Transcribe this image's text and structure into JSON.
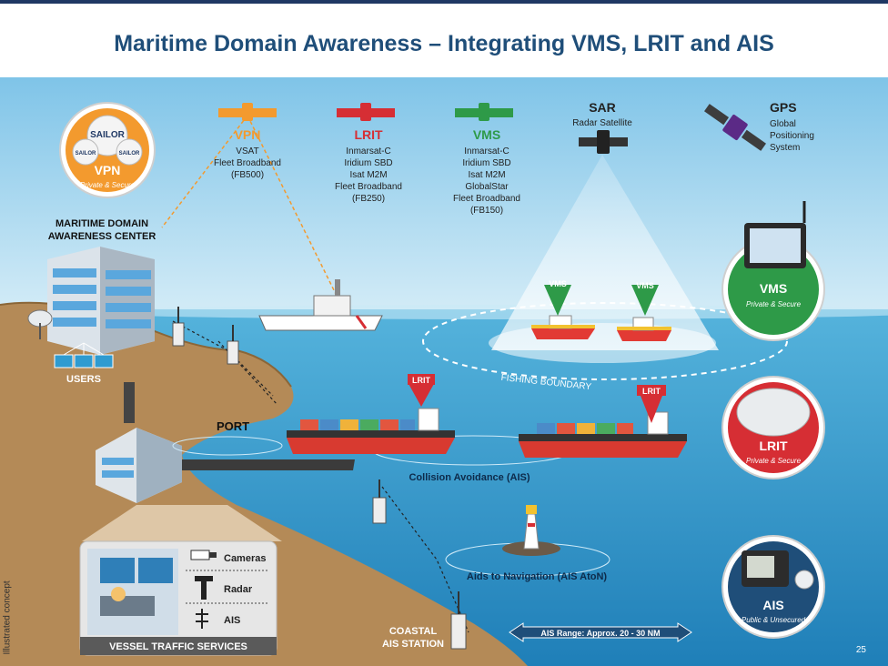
{
  "title": "Maritime Domain Awareness – Integrating VMS, LRIT and AIS",
  "side_note": "Illustrated concept",
  "page_number": "25",
  "colors": {
    "sky": "#a8d8ef",
    "sea": "#2f9bd0",
    "land": "#b48a57",
    "orange": "#f39a2e",
    "red": "#d62e34",
    "green": "#2e9a48",
    "navy": "#1f4e79"
  },
  "satellites": {
    "vpn": {
      "name": "VPN",
      "lines": [
        "VSAT",
        "Fleet Broadband",
        "(FB500)"
      ]
    },
    "lrit": {
      "name": "LRIT",
      "lines": [
        "Inmarsat-C",
        "Iridium SBD",
        "Isat M2M",
        "Fleet Broadband",
        "(FB250)"
      ]
    },
    "vms": {
      "name": "VMS",
      "lines": [
        "Inmarsat-C",
        "Iridium SBD",
        "Isat M2M",
        "GlobalStar",
        "Fleet Broadband",
        "(FB150)"
      ]
    },
    "sar": {
      "name": "SAR",
      "sub": "Radar Satellite"
    },
    "gps": {
      "name": "GPS",
      "lines": [
        "Global",
        "Positioning",
        "System"
      ]
    }
  },
  "badges": {
    "vpn": {
      "brand": "SAILOR",
      "brand_small": "SAILOR",
      "label": "VPN",
      "arc": "Private & Secure"
    },
    "vms": {
      "label": "VMS",
      "arc": "Private & Secure"
    },
    "lrit": {
      "label": "LRIT",
      "arc": "Private & Secure"
    },
    "ais": {
      "label": "AIS",
      "arc": "Public & Unsecured"
    }
  },
  "labels": {
    "center_line1": "MARITIME DOMAIN",
    "center_line2": "AWARENESS CENTER",
    "users": "USERS",
    "port": "PORT",
    "vms_tag": "VMS",
    "lrit_tag": "LRIT",
    "fishing_boundary": "FISHING BOUNDARY",
    "collision": "Collision Avoidance (AIS)",
    "aids": "Aids to Navigation (AIS AtoN)",
    "coastal_line1": "COASTAL",
    "coastal_line2": "AIS STATION",
    "ais_range": "AIS Range: Approx. 20 - 30 NM",
    "vts": "VESSEL TRAFFIC SERVICES",
    "cameras": "Cameras",
    "radar": "Radar",
    "ais": "AIS"
  }
}
